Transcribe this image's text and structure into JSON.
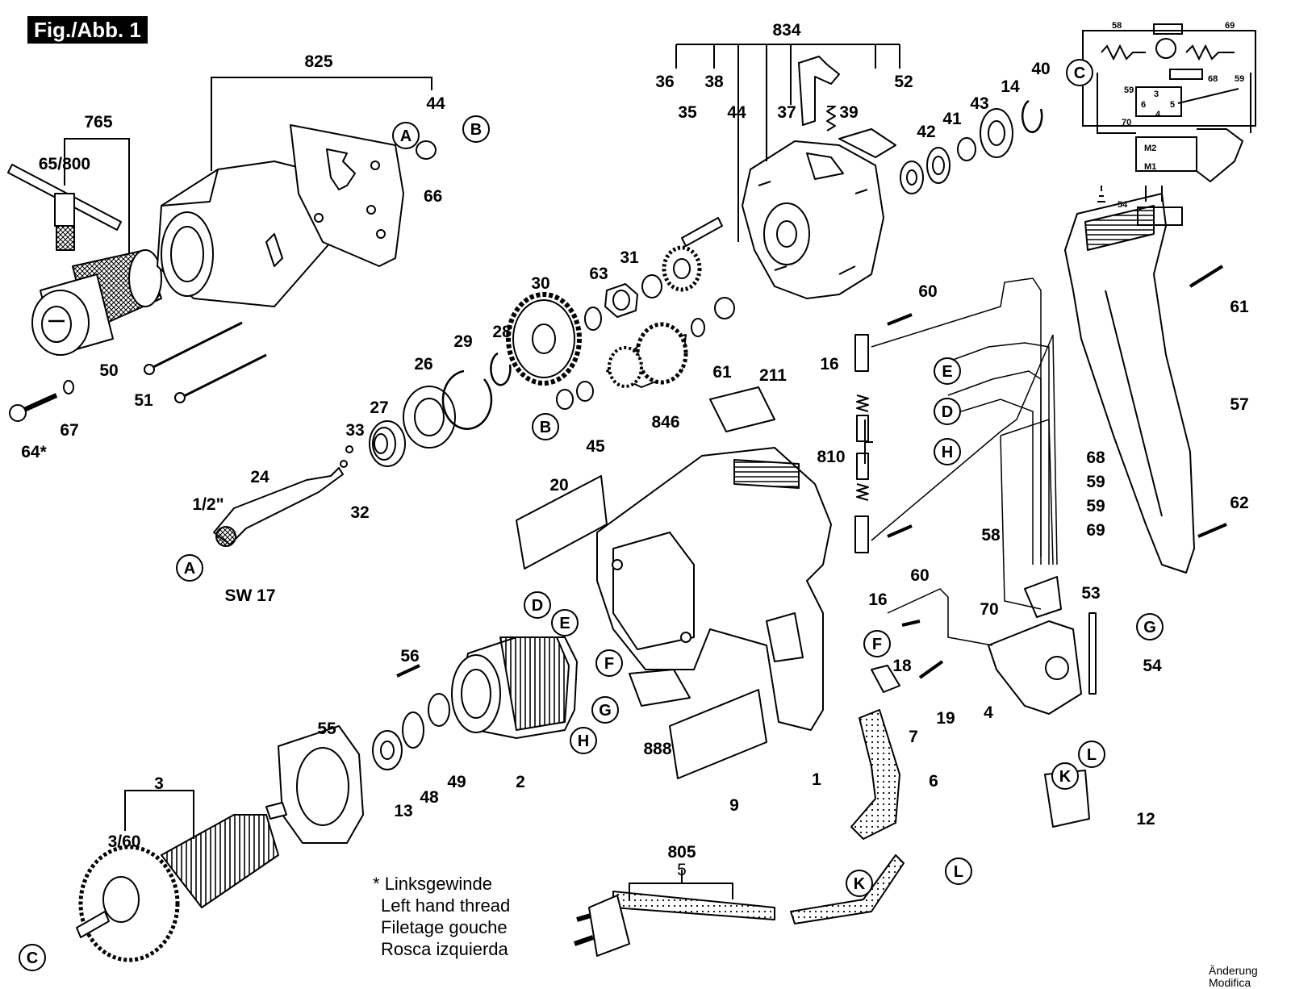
{
  "figure": {
    "title": "Fig./Abb. 1"
  },
  "note": {
    "marker": "*",
    "lines": [
      "Linksgewinde",
      "Left hand thread",
      "Filetage gouche",
      "Rosca izquierda"
    ]
  },
  "corner_text": [
    "Änderung",
    "Modifica"
  ],
  "labels": [
    "825",
    "765",
    "65/800",
    "44",
    "66",
    "67",
    "64*",
    "50",
    "51",
    "834",
    "36",
    "38",
    "35",
    "44",
    "37",
    "39",
    "52",
    "42",
    "41",
    "43",
    "14",
    "40",
    "31",
    "63",
    "30",
    "29",
    "28",
    "26",
    "27",
    "33",
    "32",
    "24",
    "1/2\"",
    "SW 17",
    "61",
    "846",
    "45",
    "211",
    "60",
    "16",
    "810",
    "60",
    "16",
    "68",
    "59",
    "59",
    "69",
    "58",
    "61",
    "57",
    "62",
    "53",
    "70",
    "18",
    "19",
    "4",
    "7",
    "20",
    "888",
    "9",
    "1",
    "6",
    "12",
    "54",
    "56",
    "55",
    "3",
    "3/60",
    "13",
    "48",
    "49",
    "2",
    "805",
    "5"
  ],
  "callouts": [
    "A",
    "B",
    "C",
    "A",
    "B",
    "E",
    "D",
    "H",
    "D",
    "E",
    "F",
    "G",
    "H",
    "F",
    "G",
    "L",
    "K",
    "K",
    "L",
    "C"
  ],
  "wiring": [
    "58",
    "69",
    "68",
    "59",
    "59",
    "3",
    "6",
    "5",
    "4",
    "70",
    "M2",
    "M1",
    "54"
  ]
}
